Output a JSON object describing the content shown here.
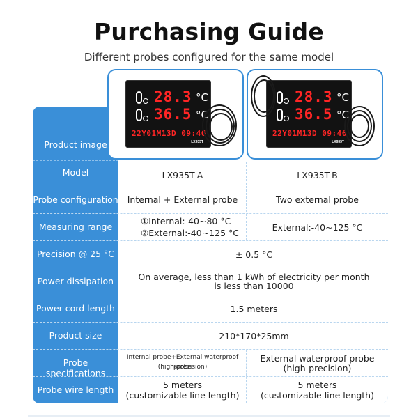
{
  "header": {
    "title": "Purchasing Guide",
    "subtitle": "Different probes configured for the same model"
  },
  "device_display": {
    "temp_internal": "28.3",
    "temp_external": "36.5",
    "unit": "°C",
    "date_time": "22Y01M13D 09:46",
    "model_tag": "LX935T"
  },
  "rows": {
    "product_image": {
      "label": "Product image"
    },
    "model": {
      "label": "Model",
      "a": "LX935T-A",
      "b": "LX935T-B"
    },
    "probe_configuration": {
      "label": "Probe configuration",
      "a": "Internal + External probe",
      "b": "Two external probe"
    },
    "measuring_range": {
      "label": "Measuring range",
      "a_line1": "①Internal:-40~80 °C",
      "a_line2": "②External:-40~125 °C",
      "b": "External:-40~125 °C"
    },
    "precision": {
      "label": "Precision @ 25 °C",
      "value": "± 0.5 °C"
    },
    "power_dissipation": {
      "label": "Power dissipation",
      "line1": "On average, less than 1 kWh of electricity per month",
      "line2": "is less than 10000"
    },
    "power_cord_length": {
      "label": "Power cord length",
      "value": "1.5 meters"
    },
    "product_size": {
      "label": "Product size",
      "value": "210*170*25mm"
    },
    "probe_specifications": {
      "label": "Probe specifications",
      "a_line1": "Internal probe+External waterproof probe",
      "a_line2": "(high-precision)",
      "b_line1": "External waterproof probe",
      "b_line2": "(high-precision)"
    },
    "probe_wire_length": {
      "label": "Probe wire length",
      "a_line1": "5 meters",
      "a_line2": "(customizable line length)",
      "b_line1": "5 meters",
      "b_line2": "(customizable line length)"
    }
  },
  "colors": {
    "accent": "#3a8fd8",
    "led": "#ff2525",
    "divider": "#b9d6ef"
  }
}
